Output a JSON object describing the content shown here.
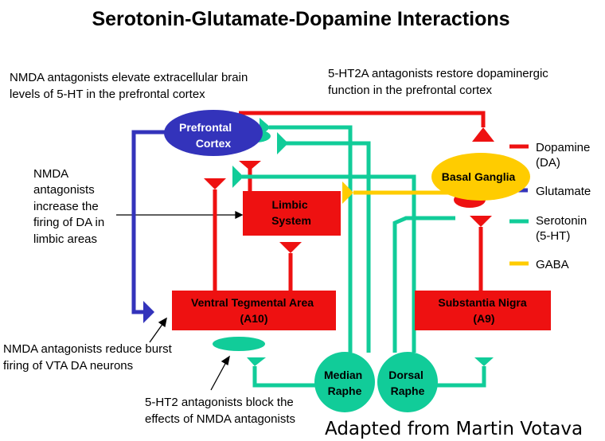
{
  "title": "Serotonin-Glutamate-Dopamine Interactions",
  "colors": {
    "dopamine": "#ee1111",
    "glutamate": "#3333bb",
    "serotonin": "#11cc99",
    "gaba": "#ffcc00",
    "prefrontal": "#3333bb",
    "basal": "#ffcc00"
  },
  "nodes": {
    "prefrontal": [
      "Prefrontal",
      "Cortex"
    ],
    "basal": [
      "Basal Ganglia"
    ],
    "limbic": [
      "Limbic",
      "System"
    ],
    "vta": [
      "Ventral Tegmental Area",
      "(A10)"
    ],
    "sn": [
      "Substantia Nigra",
      "(A9)"
    ],
    "median": [
      "Median",
      "Raphe"
    ],
    "dorsal": [
      "Dorsal",
      "Raphe"
    ]
  },
  "annotations": {
    "a1": [
      "NMDA antagonists elevate extracellular brain",
      "levels of 5-HT in the prefrontal cortex"
    ],
    "a2": [
      "5-HT2A antagonists restore dopaminergic",
      "function in the prefrontal cortex"
    ],
    "a3": [
      "NMDA",
      "antagonists",
      "increase the",
      "firing of DA in",
      "limbic areas"
    ],
    "a4": [
      "NMDA antagonists reduce burst",
      "firing of VTA DA neurons"
    ],
    "a5": [
      "5-HT2 antagonists block the",
      "effects of NMDA antagonists"
    ]
  },
  "legend": [
    {
      "lines": [
        "Dopamine",
        "(DA)"
      ],
      "color": "#ee1111"
    },
    {
      "lines": [
        "Glutamate"
      ],
      "color": "#3333bb"
    },
    {
      "lines": [
        "Serotonin",
        "(5-HT)"
      ],
      "color": "#11cc99"
    },
    {
      "lines": [
        "GABA"
      ],
      "color": "#ffcc00"
    }
  ],
  "credit": "Adapted from Martin Votava"
}
